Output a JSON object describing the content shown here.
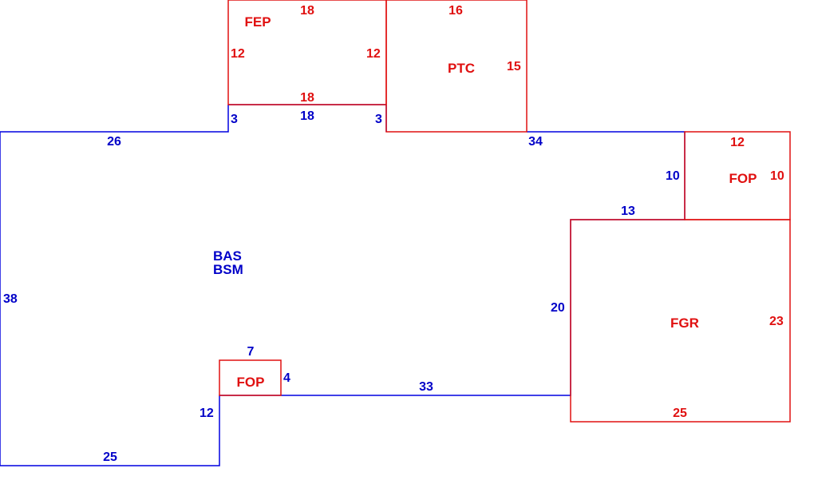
{
  "colors": {
    "base": "#0000e0",
    "addition": "#e01010"
  },
  "main_area": {
    "labels": [
      "BAS",
      "BSM"
    ],
    "dims": {
      "top_left": "26",
      "left": "38",
      "bottom_left": "25",
      "notch_side": "12",
      "bottom_mid": "33",
      "right_lower": "20",
      "right_step": "13",
      "right_upper": "10",
      "top_right": "34",
      "fep_gap_left": "3",
      "fep_gap_right": "3",
      "fep_base": "18",
      "fop_bottom_top": "7",
      "fop_bottom_side": "4"
    }
  },
  "fep": {
    "label": "FEP",
    "dims": {
      "top": "18",
      "left": "12",
      "right": "12",
      "bottom": "18"
    }
  },
  "ptc": {
    "label": "PTC",
    "dims": {
      "top": "16",
      "right": "15"
    }
  },
  "fop_right": {
    "label": "FOP",
    "dims": {
      "top": "12",
      "right": "10"
    }
  },
  "fgr": {
    "label": "FGR",
    "dims": {
      "right": "23",
      "bottom": "25"
    }
  },
  "fop_bottom": {
    "label": "FOP"
  }
}
